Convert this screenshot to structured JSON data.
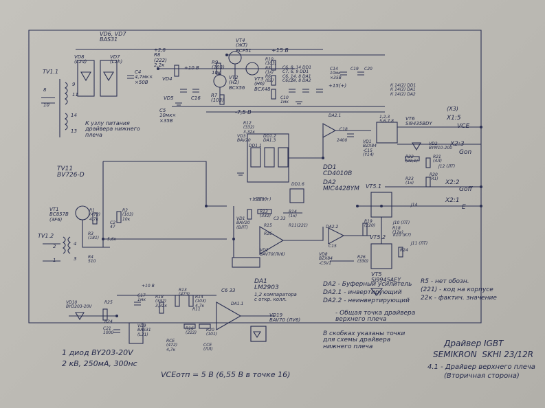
{
  "transformers": {
    "tv1": "TV1.1",
    "tv1_pins": [
      "8",
      "9",
      "11",
      "10",
      "14",
      "13"
    ],
    "tv1_note": "К узлу питания\nдрайвера нижнего\nплеча",
    "tv11": "TV11\nBV726-D",
    "tv12": "TV1.2",
    "tv12_pins": [
      "2",
      "1",
      "4",
      "3"
    ]
  },
  "top_section": {
    "vd6_vd7": "VD6, VD7\nBAS31",
    "vd8": "VD8\n(L24)",
    "vd7": "VD7\n(L2h)",
    "c4": "C4\n4,7мк×\n×50В",
    "r8": "+2,8\nR8\n(222)\n2,2к",
    "vd4": "VD4",
    "vd5": "VD5",
    "c5": "C5\n10мк×\n×35В",
    "c16": "C16",
    "rail_10v": "+10 В",
    "vt4": "VT4\n(ЖТ)\nBCP51",
    "r9": "R9\n(103)\n10к",
    "vt2": "VT2\n(Н2)\nBCX56",
    "vt3": "VT3\n(H6)\nBCX48",
    "r7": "R7\n(103)",
    "rail_15v": "+15 В",
    "r10_r5": "R10\n(103)\nR5\n(1к)\nR6\n(82)",
    "c10": "C10\n1мк",
    "c5_ind": "C5",
    "dd_list": "C6, 8, 14 DD1\nC7, 6, 9 DD1\nC6, 14, 8 DA1\nC6, 14, 8 DA2",
    "c4_elec": "C14\n10мк\n×35В",
    "c19": "C19",
    "c20": "C20",
    "rail_15v_b": "+15(+)",
    "rail_neg": "-7,5 В",
    "da1_list": "К 14(2) DD1\nК 14(2) DA1\nК 14(2) DA2"
  },
  "center_section": {
    "r12": "R12\n(332)\n3,32к",
    "vd3": "VD3\nBAV20",
    "dd1_2": "DD1.2\nDA1.3",
    "dd1_1": "DD1.1",
    "dd1": "DD1\nCD4010B",
    "da2": "DA2\nMIC4428YM",
    "dd1_6": "DD1.6",
    "da2_1": "DA2.1",
    "c18": "C18",
    "r17": "2400",
    "vd1": "VD1\nBZX84\n-C15\n(Y14)",
    "rail_15v_c": "+15В(+)"
  },
  "right_section": {
    "x3": "(X3)",
    "x1_5": "X1:5",
    "vce": "VCE",
    "vt6": "VT6\nSi9435BDY",
    "vt6_pins": "1,2,3\n5,6,7,8",
    "vd2": "VD2\nBYM10-200",
    "x2_3": "X2:3",
    "gon": "Gon",
    "r22": "R22\n(22,1)",
    "r21": "R21\n(4Л)",
    "j12": "J12 (ЛТ)",
    "r20": "R20\n(R1)",
    "r23": "R23\n(1к)",
    "x2_2": "X2:2",
    "goff": "Goff",
    "x2_1": "X2:1",
    "e": "E",
    "j14": "J14",
    "vt5_1": "VT5.1",
    "r19": "R19\n(220)",
    "r18": "R18\n(12к)",
    "vt5_2": "VT5.2",
    "j10": "J10 (ЛТ)",
    "j11": "J11 (ЛТ)",
    "k10": "K10 (К7)",
    "r24": "R24",
    "vt5": "VT5\nSi9945AEY",
    "c15": "C15",
    "vd8b": "VD8\nBZX84\n-C5V1",
    "da2_2": "DA2.2",
    "r26": "R26\n(330)"
  },
  "left_middle": {
    "vt1": "VT1\nBC857B\n(3F6)",
    "r1": "R1\n(472)\n4,7к",
    "r2": "R2\n(103)\n10к",
    "c2": "C2\n47",
    "r3": "R3\n(181)",
    "r4": "R4\n510",
    "r5": "5,6к",
    "rail_15v_d": "+15В(+)",
    "vd1a": "VD1\nBAV20\n(ВЛТ)",
    "r13": "R13\n(332)",
    "r14": "R14\n(1к)",
    "c3": "C3 33",
    "r15": "R15",
    "r16": "R16",
    "vd2a": "VD2\nBAV70(ЛV6)",
    "r11": "R11(221)"
  },
  "bottom_section": {
    "vd10": "VD10\nBYD203-20V",
    "r25": "R25",
    "r24": "R24",
    "c21": "C21\n1000",
    "c17": "C17\n1мк",
    "vd9": "VD9\nBAS31\n(L31)",
    "r18": "R18\n(332)\n3,32к",
    "r13b": "R13\n(473)",
    "r14b": "R14\n(103)\n4,7к",
    "c6": "C6 33",
    "da1_1": "DA1.1",
    "r11b": "R11",
    "vd19": "VD19\nBAV70 (ЛV6)",
    "rce": "RCE\n(472)\n4,7к",
    "cce": "CCE\n(ЛЛ)",
    "r16b": "R16\n(222)",
    "r20b": "R20\n(101)",
    "plus10": "+10 В"
  },
  "da1_header": {
    "da1": "DA1\nLM2903",
    "da1_desc": "1,2 компаратора\nс откр. колл."
  },
  "legend": {
    "line1": "DA2 - Буферный усилитель",
    "line2": "DA2.1 - инвертирующий",
    "line3": "DA2.2 - неинвертирующий",
    "ground_note": "- Общая точка драйвера\nверхнего плеча",
    "ground_note2": "В скобках указаны точки\nдля схемы драйвера\nнижнего плеча",
    "r5_note": "R5 - нет обозн.",
    "r221_note": "(221) - код на корпусе",
    "r22k_note": "22к - фактич. значение"
  },
  "footnotes": {
    "diode": "1 диод BY203-20V",
    "diode_spec": "2 кВ, 250мА, 300нс",
    "vce_note": "VCEотп = 5 В (6,55 В в точке 16)"
  },
  "title": {
    "line1": "Драйвер IGBT",
    "line2": "SEMIKRON  SKHI 23/12R",
    "line3": "4.1 - Драйвер верхнего плеча",
    "line4": "(Вторичная сторона)"
  }
}
